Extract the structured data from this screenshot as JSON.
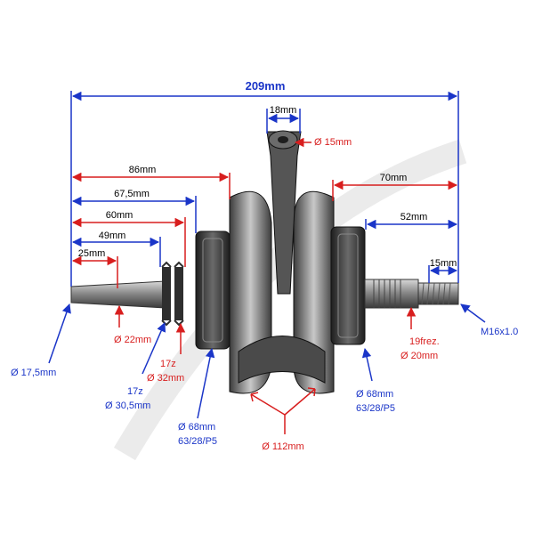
{
  "colors": {
    "blue": "#1a35c8",
    "red": "#d81e1e",
    "part_dark": "#2b2b2b",
    "part_mid": "#5a5a5a",
    "part_light": "#b8b8b8",
    "steel": "#9a9a9a"
  },
  "dimensions": {
    "overall": "209mm",
    "rod_width": "18mm",
    "left_86": "86mm",
    "left_67": "67,5mm",
    "left_60": "60mm",
    "left_49": "49mm",
    "left_25": "25mm",
    "right_70": "70mm",
    "right_52": "52mm",
    "right_15": "15mm"
  },
  "callouts": {
    "pin": "Ø 15mm",
    "shaft_left": "Ø 17,5mm",
    "shaft_22": "Ø 22mm",
    "gear_17z_a": "17z",
    "gear_30": "Ø 30,5mm",
    "gear_17z_b": "17z",
    "gear_32": "Ø 32mm",
    "bearing_left_dia": "Ø 68mm",
    "bearing_left_code": "63/28/P5",
    "spline_teeth": "19frez.",
    "spline_dia": "Ø 20mm",
    "thread": "M16x1.0",
    "bearing_right_dia": "Ø 68mm",
    "bearing_right_code": "63/28/P5",
    "flywheel": "Ø 112mm"
  }
}
